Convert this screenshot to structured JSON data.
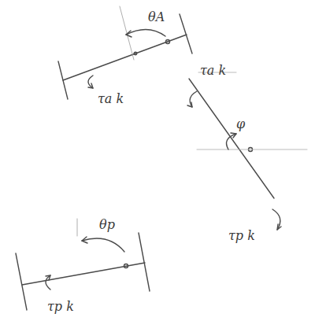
{
  "diagram": {
    "labels": [
      "θA",
      "τa k",
      "τa k",
      "φ",
      "τp k",
      "θp",
      "τp k"
    ]
  }
}
